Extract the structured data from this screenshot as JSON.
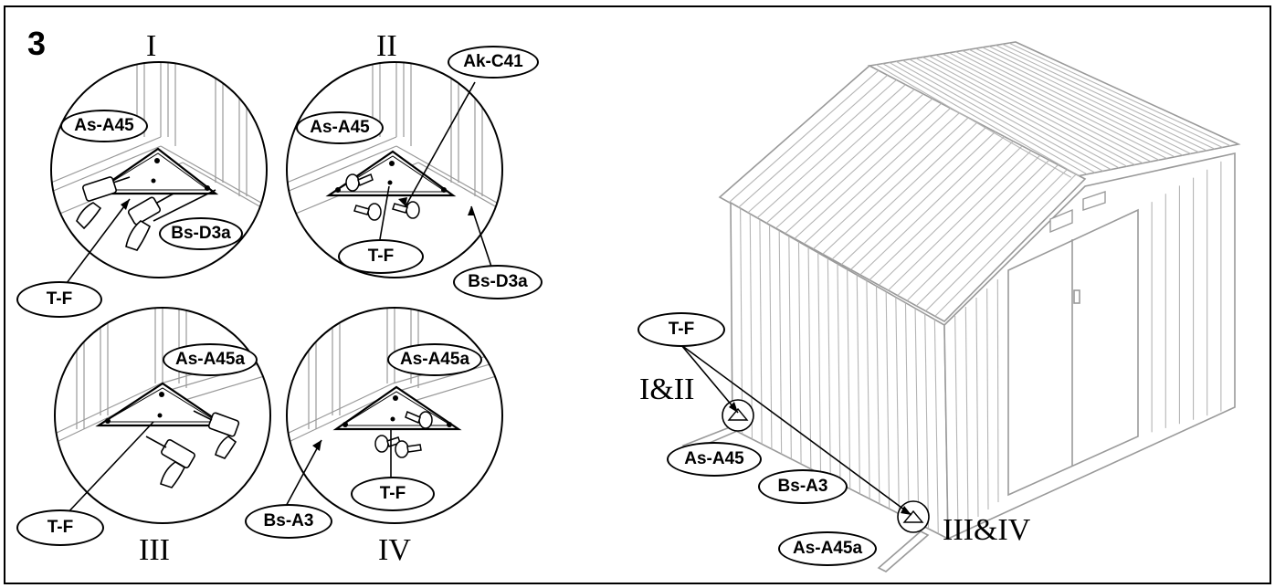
{
  "step_number": "3",
  "panels": {
    "p1": {
      "title": "I",
      "labels": [
        "As-A45",
        "Bs-D3a",
        "T-F"
      ]
    },
    "p2": {
      "title": "II",
      "labels": [
        "Ak-C41",
        "As-A45",
        "T-F",
        "Bs-D3a"
      ]
    },
    "p3": {
      "title": "III",
      "labels": [
        "As-A45a",
        "T-F"
      ]
    },
    "p4": {
      "title": "IV",
      "labels": [
        "As-A45a",
        "Bs-A3",
        "T-F"
      ]
    }
  },
  "overview": {
    "labels": [
      "T-F",
      "As-A45",
      "Bs-A3",
      "As-A45a"
    ],
    "callout_front": "I&II",
    "callout_corner": "III&IV"
  },
  "colors": {
    "line": "#000000",
    "shed_line": "#9a9a9a",
    "background": "#ffffff"
  }
}
